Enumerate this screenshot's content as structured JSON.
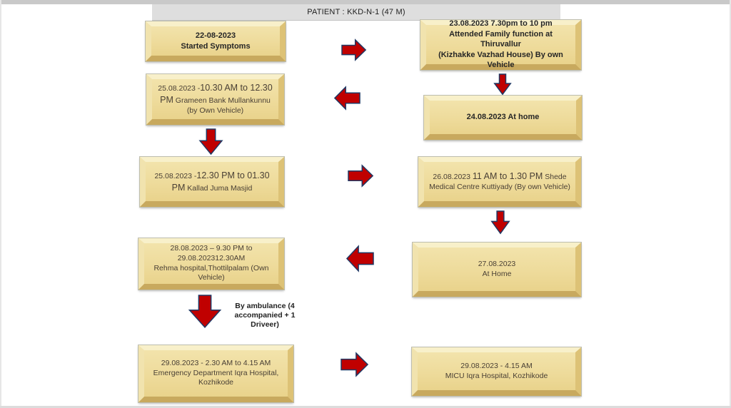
{
  "page": {
    "title": "PATIENT : KKD-N-1 (47 M)"
  },
  "colors": {
    "box_face": "#eedb9b",
    "box_bevel_light": "#f8f0ca",
    "box_bevel_dark": "#c8a95e",
    "arrow_fill": "#c00000",
    "arrow_outline": "#203864",
    "header_bg": "#dedede",
    "text_regular": "#4a4035",
    "text_bold": "#262626"
  },
  "boxes": {
    "symptoms": {
      "line1": "22-08-2023",
      "line2": "Started Symptoms"
    },
    "family_function": {
      "line1": "23.08.2023 7.30pm to 10 pm",
      "line2": "Attended Family function at Thiruvallur",
      "line3": "(Kizhakke Vazhad House) By own Vehicle"
    },
    "grameen_bank": {
      "seg1": "25.08.2023 -",
      "seg2": "10.30 AM to 12.30 PM",
      "seg3": " Grameen Bank Mullankunnu (by Own Vehicle)"
    },
    "at_home_24": {
      "line1": "24.08.2023 At home"
    },
    "juma_masjid": {
      "seg1": "25.08.2023 -",
      "seg2": "12.30 PM to 01.30 PM",
      "seg3": " Kallad Juma Masjid"
    },
    "shede_medical": {
      "seg1": "26.08.2023 ",
      "seg2": "11 AM to 1.30 PM",
      "seg3": " Shede Medical Centre Kuttiyady (By own Vehicle)"
    },
    "rehma_hospital": {
      "line1": "28.08.2023 – 9.30 PM to",
      "line2": "29.08.202312.30AM",
      "line3": "Rehma hospital,Thottilpalam  (Own",
      "line4": "Vehicle)"
    },
    "at_home_27": {
      "line1": "27.08.2023",
      "line2": "At Home"
    },
    "emergency_dept": {
      "line1": "29.08.2023 - 2.30 AM to 4.15 AM",
      "line2": "Emergency Department Iqra Hospital,",
      "line3": "Kozhikode"
    },
    "micu": {
      "line1": "29.08.2023 - 4.15 AM",
      "line2": "MICU Iqra Hospital, Kozhikode"
    }
  },
  "annotations": {
    "ambulance": "By ambulance (4 accompanied + 1 Driveer)"
  }
}
